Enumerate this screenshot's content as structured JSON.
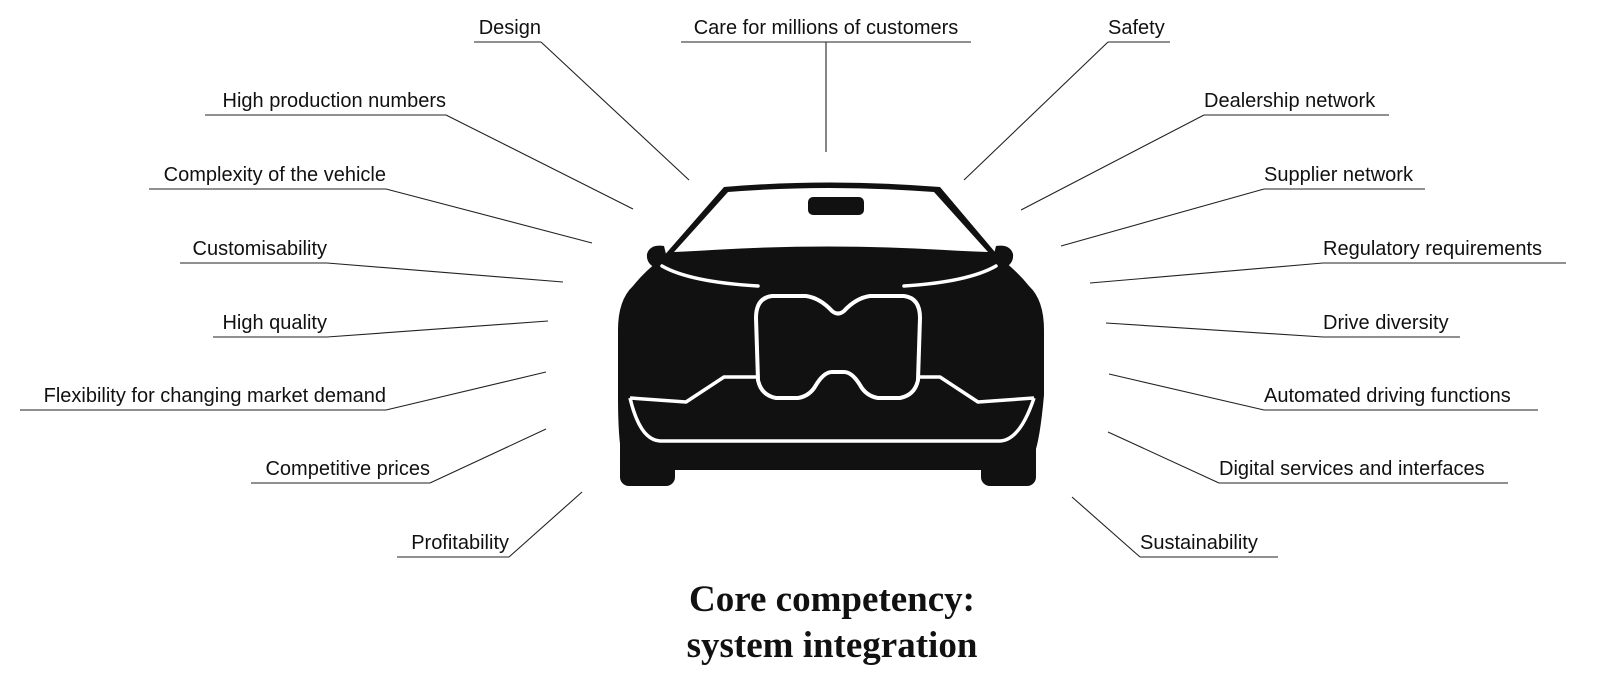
{
  "diagram": {
    "title_line1": "Core competency:",
    "title_line2": "system integration",
    "center_icon": "car-front-icon",
    "colors": {
      "ink": "#111111",
      "background": "#ffffff"
    },
    "labels": {
      "design": "Design",
      "care": "Care for millions of customers",
      "safety": "Safety",
      "high_production": "High production numbers",
      "dealership": "Dealership network",
      "complexity": "Complexity of the vehicle",
      "supplier": "Supplier network",
      "customisability": "Customisability",
      "regulatory": "Regulatory requirements",
      "high_quality": "High quality",
      "drive_diversity": "Drive diversity",
      "flexibility": "Flexibility for changing market demand",
      "automated": "Automated driving functions",
      "competitive": "Competitive prices",
      "digital": "Digital services and interfaces",
      "profitability": "Profitability",
      "sustainability": "Sustainability"
    }
  }
}
